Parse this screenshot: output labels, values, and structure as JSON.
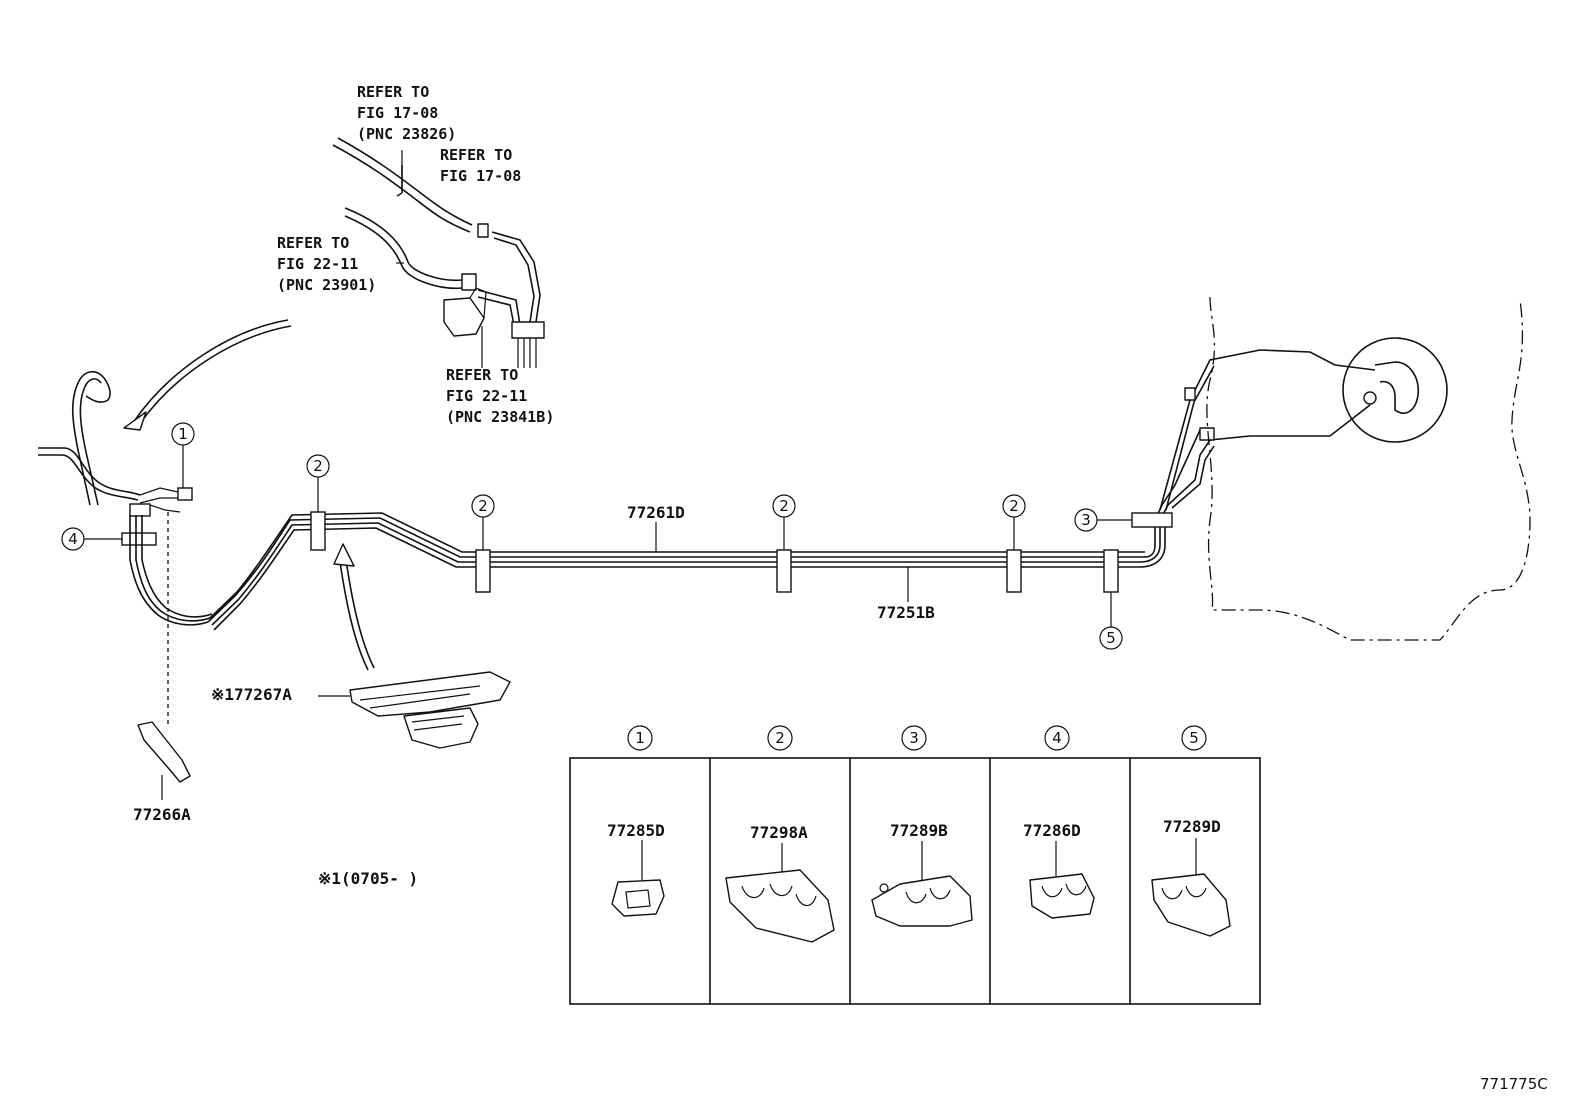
{
  "refs": {
    "ref1": [
      "REFER TO",
      "FIG 17-08",
      "(PNC 23826)"
    ],
    "ref2": [
      "REFER TO",
      "FIG 17-08"
    ],
    "ref3": [
      "REFER TO",
      "FIG 22-11",
      "(PNC 23901)"
    ],
    "ref4": [
      "REFER TO",
      "FIG 22-11",
      "(PNC 23841B)"
    ]
  },
  "part_labels": {
    "p77261D": "77261D",
    "p77251B": "77251B",
    "p77267A": "※177267A",
    "p77266A": "77266A"
  },
  "callouts": [
    "①",
    "②",
    "③",
    "④",
    "⑤"
  ],
  "note": "※1(0705-      )",
  "table": {
    "columns": [
      {
        "num": "⑤",
        "part": "77289D"
      },
      {
        "num": "④",
        "part": "77286D"
      },
      {
        "num": "③",
        "part": "77289B"
      },
      {
        "num": "②",
        "part": "77298A"
      },
      {
        "num": "①",
        "part": "77285D"
      }
    ]
  },
  "figure_id": "771775C"
}
